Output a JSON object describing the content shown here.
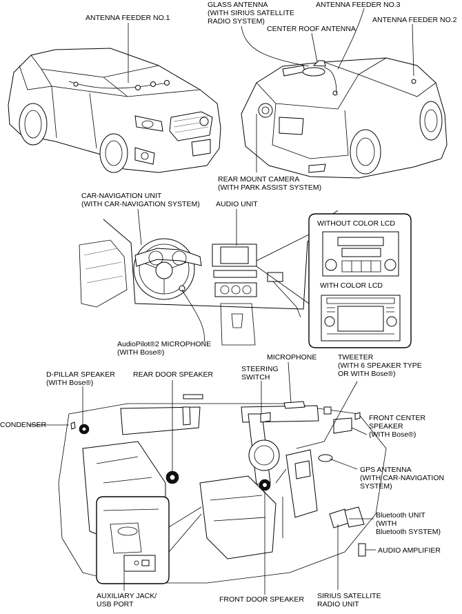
{
  "labels": {
    "antenna_feeder_1": "ANTENNA FEEDER NO.1",
    "glass_antenna_1": "GLASS ANTENNA",
    "glass_antenna_2": "(WITH SIRIUS SATELLITE",
    "glass_antenna_3": "RADIO SYSTEM)",
    "antenna_feeder_3": "ANTENNA FEEDER NO.3",
    "center_roof_antenna": "CENTER ROOF ANTENNA",
    "antenna_feeder_2": "ANTENNA FEEDER NO.2",
    "rear_camera_1": "REAR MOUNT CAMERA",
    "rear_camera_2": "(WITH PARK ASSIST SYSTEM)",
    "car_nav_1": "CAR-NAVIGATION UNIT",
    "car_nav_2": "(WITH CAR-NAVIGATION SYSTEM)",
    "audio_unit": "AUDIO UNIT",
    "without_color_lcd": "WITHOUT COLOR LCD",
    "with_color_lcd": "WITH COLOR LCD",
    "audiopilot_1": "AudioPilot®2 MICROPHONE",
    "audiopilot_2": "(WITH Bose®)",
    "microphone": "MICROPHONE",
    "tweeter_1": "TWEETER",
    "tweeter_2": "(WITH 6 SPEAKER TYPE",
    "tweeter_3": "OR WITH Bose®)",
    "d_pillar_1": "D-PILLAR SPEAKER",
    "d_pillar_2": "(WITH Bose®)",
    "rear_door_speaker": "REAR DOOR SPEAKER",
    "steering_switch_1": "STEERING",
    "steering_switch_2": "SWITCH",
    "condenser": "CONDENSER",
    "front_center_1": "FRONT CENTER",
    "front_center_2": "SPEAKER",
    "front_center_3": "(WITH Bose®)",
    "gps_1": "GPS ANTENNA",
    "gps_2": "(WITH CAR-NAVIGATION",
    "gps_3": "SYSTEM)",
    "bluetooth_1": "Bluetooth UNIT",
    "bluetooth_2": "(WITH",
    "bluetooth_3": "Bluetooth SYSTEM)",
    "audio_amplifier": "AUDIO AMPLIFIER",
    "aux_1": "AUXILIARY JACK/",
    "aux_2": "USB PORT",
    "front_door_speaker": "FRONT DOOR SPEAKER",
    "sirius_1": "SIRIUS SATELLITE",
    "sirius_2": "RADIO UNIT"
  }
}
